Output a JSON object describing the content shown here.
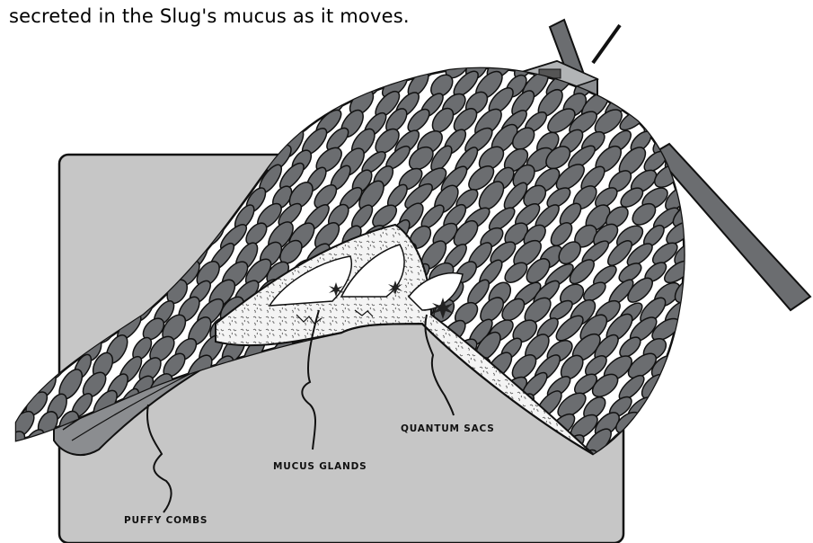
{
  "caption": "secreted in the Slug's mucus as it moves.",
  "labels": {
    "puffy_combs": "PUFFY COMBS",
    "mucus_glands": "MUCUS GLANDS",
    "quantum_sacs": "QUANTUM SACS"
  },
  "colors": {
    "panel": "#c6c6c6",
    "scale_dark": "#6b6d70",
    "body_white": "#ffffff",
    "outline": "#111111"
  }
}
